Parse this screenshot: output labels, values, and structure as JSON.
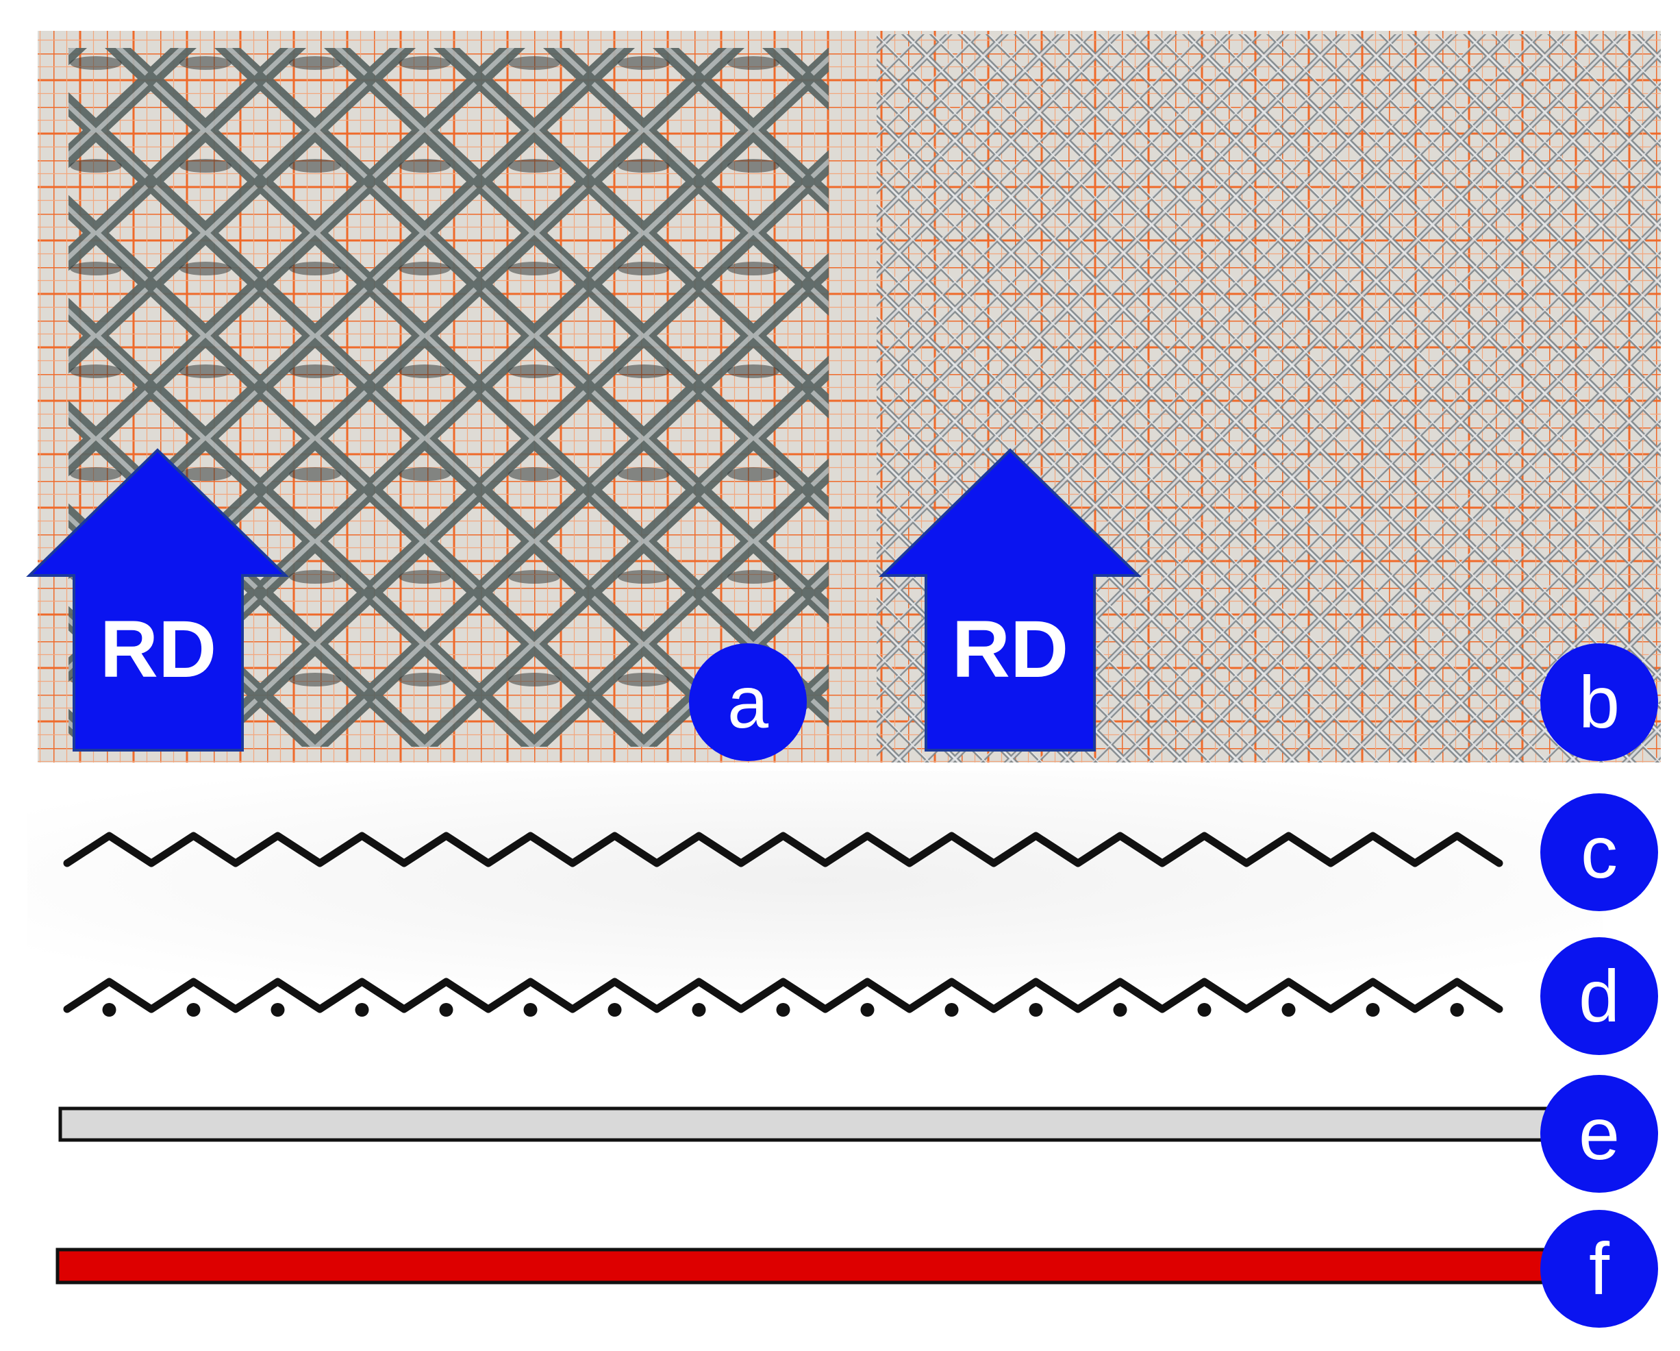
{
  "colors": {
    "grid_paper": "#ef6a2a",
    "paper_bg": "#dedbd5",
    "mesh_dark": "#5f6a68",
    "mesh_light": "#c9cdd0",
    "accent_blue": "#0a14f0",
    "arrow_stroke": "#1b3a9a",
    "foil_gray": "#d9d9d9",
    "foil_red": "#dd0000",
    "outline": "#111111"
  },
  "panels": {
    "a": {
      "badge": "a",
      "arrow_label": "RD",
      "description_icon": "expanded-metal-mesh-photo"
    },
    "b": {
      "badge": "b",
      "arrow_label": "RD",
      "description_icon": "woven-wire-mesh-photo"
    }
  },
  "profiles": [
    {
      "badge": "c",
      "kind": "zigzag"
    },
    {
      "badge": "d",
      "kind": "zigzag-dots"
    },
    {
      "badge": "e",
      "kind": "flat-gray"
    },
    {
      "badge": "f",
      "kind": "flat-red"
    }
  ]
}
